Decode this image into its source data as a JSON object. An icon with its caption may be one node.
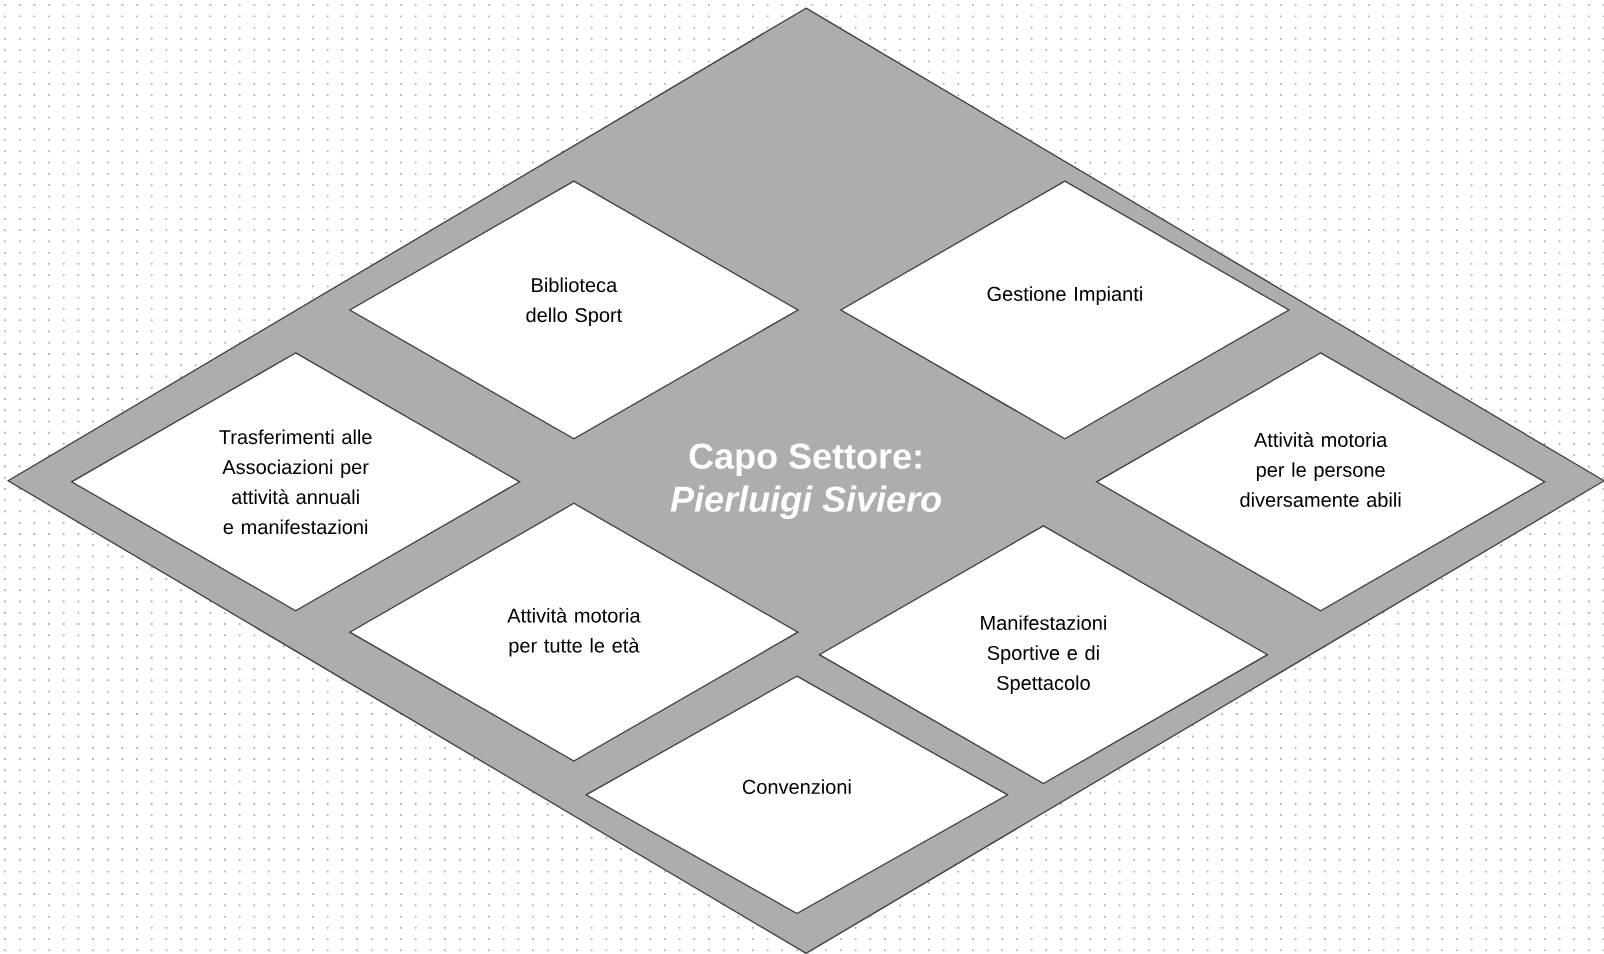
{
  "diagram": {
    "nodes": [
      {
        "text": [
          "Capo Settore:",
          "Pierluigi Siviero"
        ]
      },
      {
        "text": [
          "Biblioteca dello Sport"
        ],
        "in": 0
      },
      {
        "text": [
          "Gestione Impianti"
        ],
        "in": 0
      },
      {
        "text": [
          "Trasferimenti alle Associazioni per attività annuali e manifestazioni"
        ],
        "in": 0
      },
      {
        "text": [
          "Attività motoria per le persone diversamente abili"
        ],
        "in": 0
      },
      {
        "text": [
          "Attività motoria per tutte le età"
        ],
        "in": 0
      },
      {
        "text": [
          "Manifestazioni Sportive e di Spettacolo"
        ],
        "in": 0
      },
      {
        "text": [
          "Convenzioni"
        ],
        "in": 0
      }
    ]
  }
}
